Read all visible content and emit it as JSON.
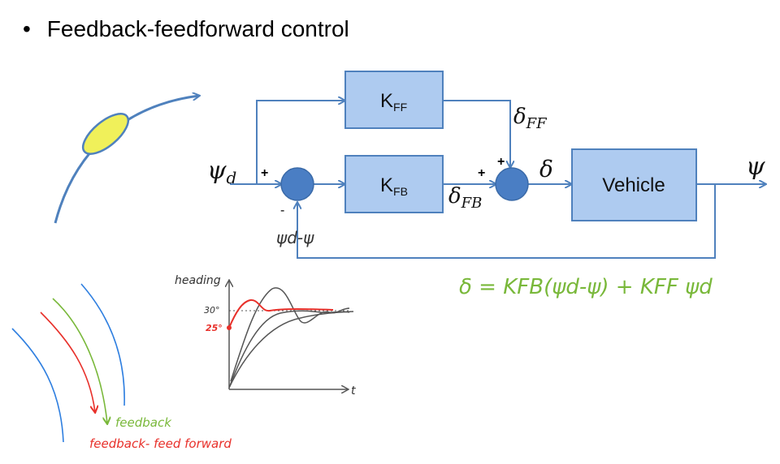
{
  "slide": {
    "bullet": "•",
    "title": "Feedback-feedforward control"
  },
  "blocks": {
    "kff": {
      "main": "K",
      "sub": "FF"
    },
    "kfb": {
      "main": "K",
      "sub": "FB"
    },
    "vehicle": "Vehicle"
  },
  "signals": {
    "psi_d": {
      "main": "ψ",
      "sub": "d"
    },
    "psi": "ψ",
    "delta": "δ",
    "delta_ff": {
      "main": "δ",
      "sub": "FF"
    },
    "delta_fb": {
      "main": "δ",
      "sub": "FB"
    }
  },
  "signs": {
    "sum1_top": "+",
    "sum1_bottom": "-",
    "sum2_left": "+",
    "sum2_top": "+"
  },
  "annotations": {
    "error_label": "ψd-ψ",
    "control_law": "δ = KFB(ψd-ψ) + KFF ψd",
    "plot_ylabel": "heading",
    "plot_xlabel": "t",
    "tick_30": "30°",
    "tick_25": "25°",
    "legend_feedback": "feedback",
    "legend_ffb": "feedback- feed forward"
  },
  "colors": {
    "block_fill": "#aecbf0",
    "block_stroke": "#4f81bd",
    "sum_fill": "#4a7ec4",
    "wire": "#4f81bd",
    "ellipse_fill": "#f0f05a",
    "red": "#e8302a",
    "green": "#79b83a",
    "blue": "#2f7fe0",
    "gray": "#555555"
  }
}
